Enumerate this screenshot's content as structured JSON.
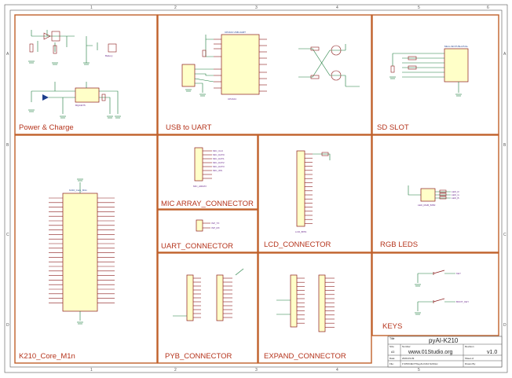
{
  "sections": {
    "power_charge": "Power & Charge",
    "usb_uart": "USB to UART",
    "sd_slot": "SD SLOT",
    "k210_core": "K210_Core_M1n",
    "mic_array": "MIC ARRAY_CONNECTOR",
    "uart_connector": "UART_CONNECTOR",
    "lcd_connector": "LCD_CONNECTOR",
    "rgb_leds": "RGB LEDS",
    "pyb_connector": "PYB_CONNECTOR",
    "expand_connector": "EXPAND_CONNECTOR",
    "keys": "KEYS"
  },
  "title_block": {
    "title_label": "Title",
    "title": "pyAI-K210",
    "size_label": "Size",
    "size": "A3",
    "number_label": "Number",
    "website": "www.01Studio.org",
    "revision_label": "Revision",
    "revision": "v1.0",
    "date_label": "Date:",
    "date": "2020-03-09",
    "sheet_label": "Sheet of",
    "file_label": "File:",
    "file": "F:\\PROJECTS\\pyAI-K210.SchDoc",
    "drawn_label": "Drawn By:"
  },
  "components": {
    "usb_uart_ic": "CP2104 USB-UART",
    "usb_uart_ic_part": "CP2104",
    "sd_socket": "Micro-SD PUSH-PULL",
    "k210_module": "K210_Core_M1n",
    "mic_array_part": "MIC_ARRAY",
    "lcd_part": "LCD_8PIN",
    "rgb_led_part": "LED_RGB_5050",
    "charge_ic": "BQ24075",
    "battery": "Battery"
  },
  "keys": [
    "BOOT_KEY",
    "KEY"
  ],
  "net_labels": {
    "uart": [
      "ISP_TX",
      "ISP_RX"
    ],
    "rgb": [
      "LED_R",
      "LED_G",
      "LED_B"
    ],
    "mic": [
      "MIC_CLK",
      "MIC_DAT0",
      "MIC_DAT1",
      "MIC_DAT2",
      "MIC_DAT3",
      "MIC_WS"
    ]
  },
  "grid": {
    "columns": [
      "1",
      "2",
      "3",
      "4",
      "5",
      "6"
    ],
    "rows": [
      "A",
      "B",
      "C",
      "D"
    ]
  }
}
